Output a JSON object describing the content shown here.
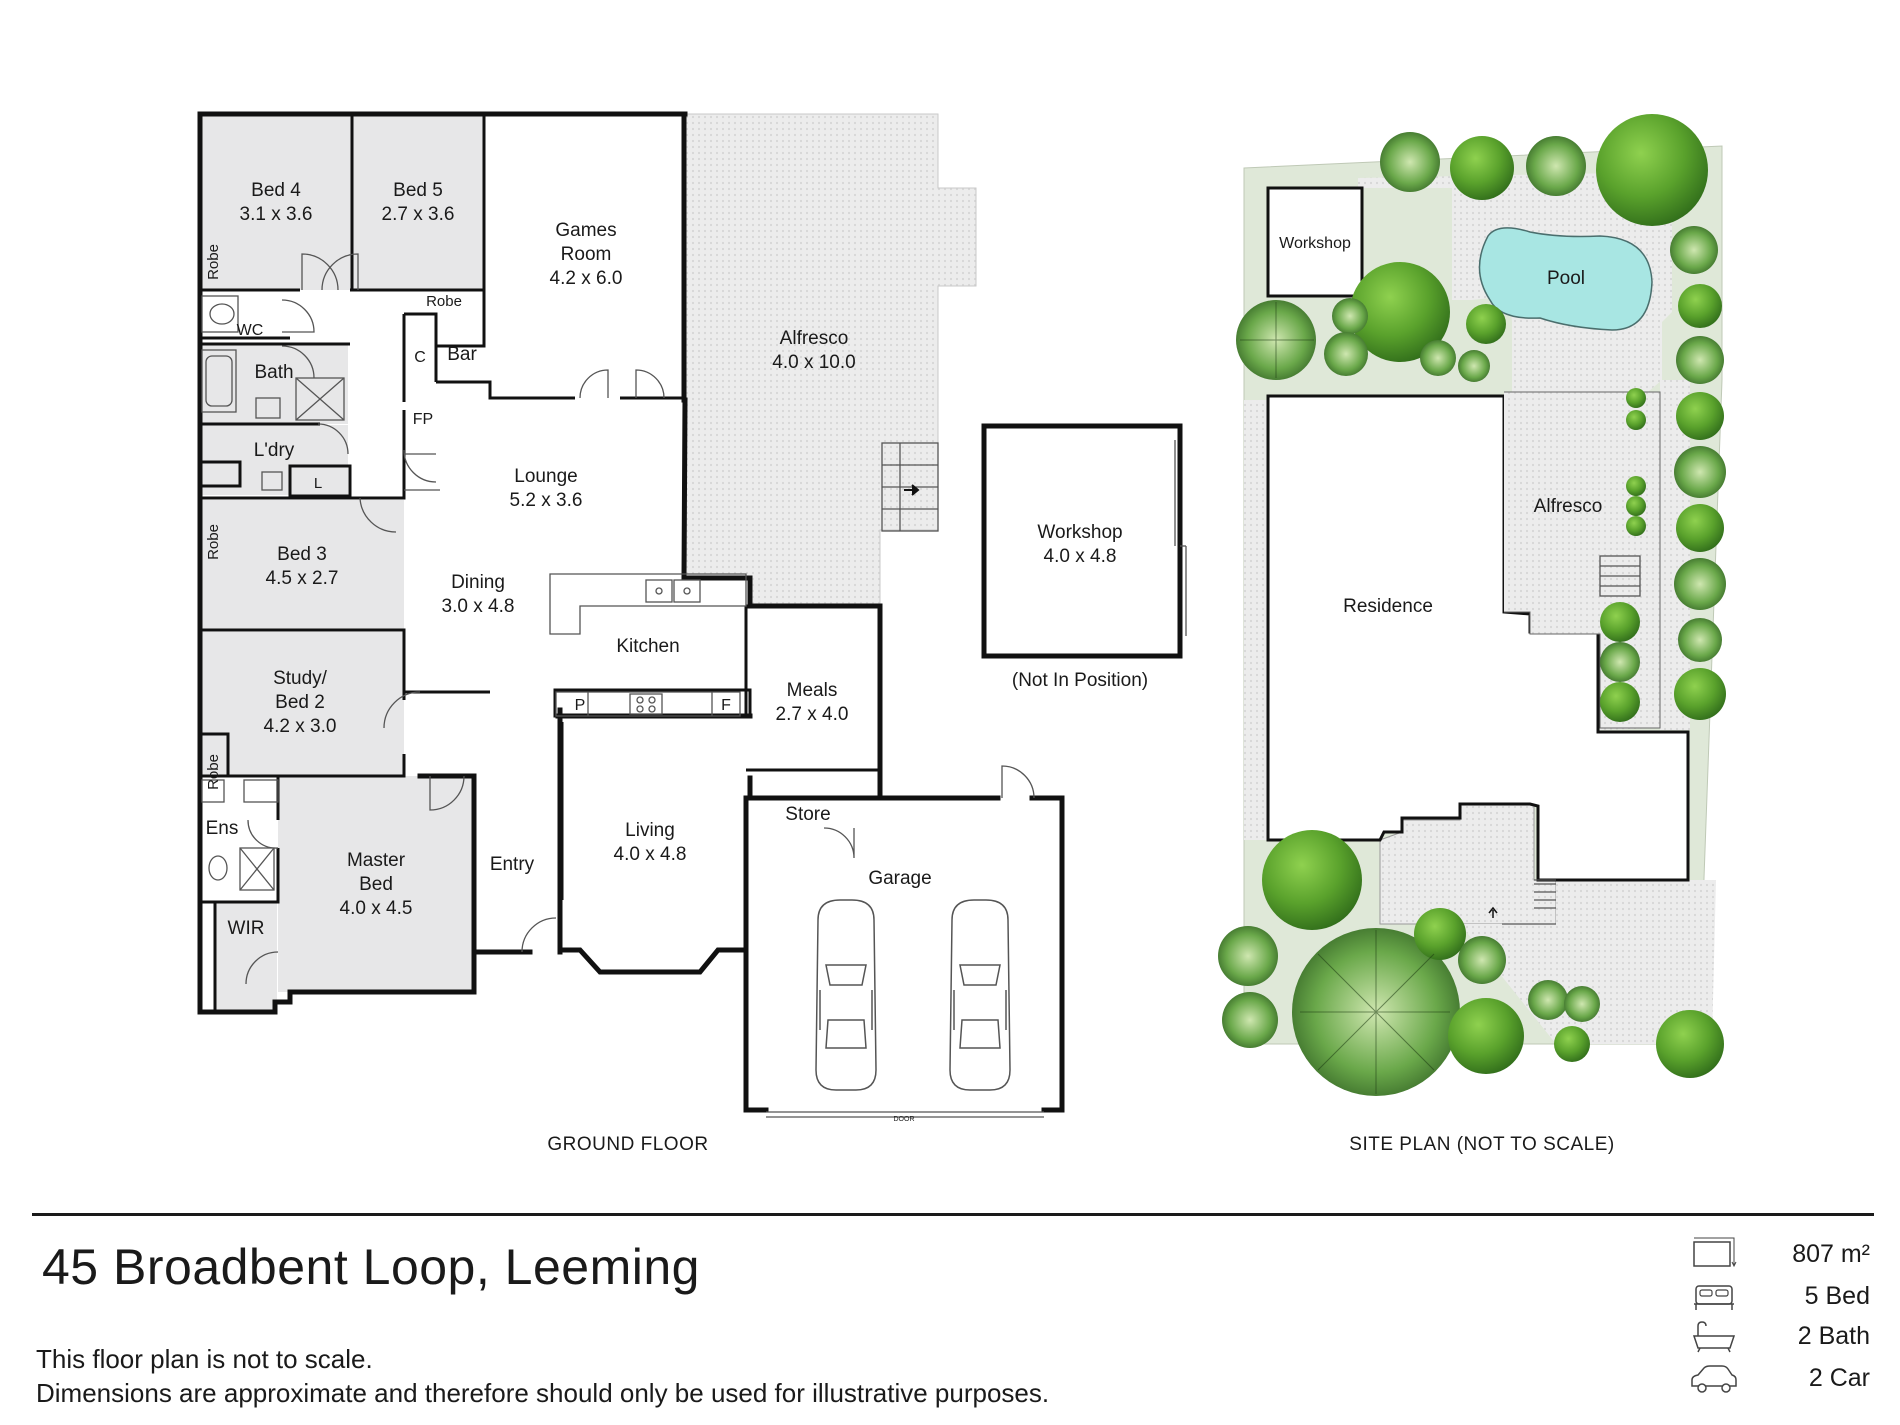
{
  "ground_floor": {
    "caption": "GROUND FLOOR",
    "rooms": {
      "bed4": {
        "name": "Bed 4",
        "size": "3.1 x 3.6"
      },
      "bed5": {
        "name": "Bed 5",
        "size": "2.7 x 3.6"
      },
      "games": {
        "name1": "Games",
        "name2": "Room",
        "size": "4.2 x 6.0"
      },
      "alfresco": {
        "name": "Alfresco",
        "size": "4.0 x 10.0"
      },
      "lounge": {
        "name": "Lounge",
        "size": "5.2 x 3.6"
      },
      "bed3": {
        "name": "Bed 3",
        "size": "4.5 x 2.7"
      },
      "dining": {
        "name": "Dining",
        "size": "3.0 x 4.8"
      },
      "kitchen": {
        "name": "Kitchen"
      },
      "study": {
        "name1": "Study/",
        "name2": "Bed 2",
        "size": "4.2 x 3.0"
      },
      "meals": {
        "name": "Meals",
        "size": "2.7 x 4.0"
      },
      "master": {
        "name1": "Master",
        "name2": "Bed",
        "size": "4.0 x 4.5"
      },
      "living": {
        "name": "Living",
        "size": "4.0 x 4.8"
      },
      "garage": {
        "name": "Garage"
      },
      "workshop": {
        "name": "Workshop",
        "size": "4.0 x 4.8",
        "note": "(Not In Position)"
      }
    },
    "small_labels": {
      "robe": "Robe",
      "wc": "WC",
      "bath": "Bath",
      "laundry": "L'dry",
      "l": "L",
      "c": "C",
      "bar": "Bar",
      "fp": "FP",
      "p": "P",
      "f": "F",
      "store": "Store",
      "ens": "Ens",
      "wir": "WIR",
      "entry": "Entry",
      "door": "DOOR"
    }
  },
  "site_plan": {
    "caption": "SITE PLAN (NOT TO SCALE)",
    "labels": {
      "workshop": "Workshop",
      "pool": "Pool",
      "alfresco": "Alfresco",
      "residence": "Residence"
    }
  },
  "footer": {
    "address": "45 Broadbent Loop, Leeming",
    "disclaimer1": "This floor plan is not to scale.",
    "disclaimer2": "Dimensions are approximate and therefore should only be used for illustrative purposes.",
    "stats": [
      {
        "icon": "land-area-icon",
        "text": "807 m²"
      },
      {
        "icon": "bed-icon",
        "text": "5 Bed"
      },
      {
        "icon": "bath-icon",
        "text": "2 Bath"
      },
      {
        "icon": "car-icon",
        "text": "2 Car"
      }
    ]
  },
  "colors": {
    "room_fill": "#e7e7e8",
    "wall": "#111111",
    "lawn": "#dfe8d8",
    "pool": "#a8e6e3",
    "tree_dark": "#3f7a22",
    "tree_light": "#7cc242"
  }
}
